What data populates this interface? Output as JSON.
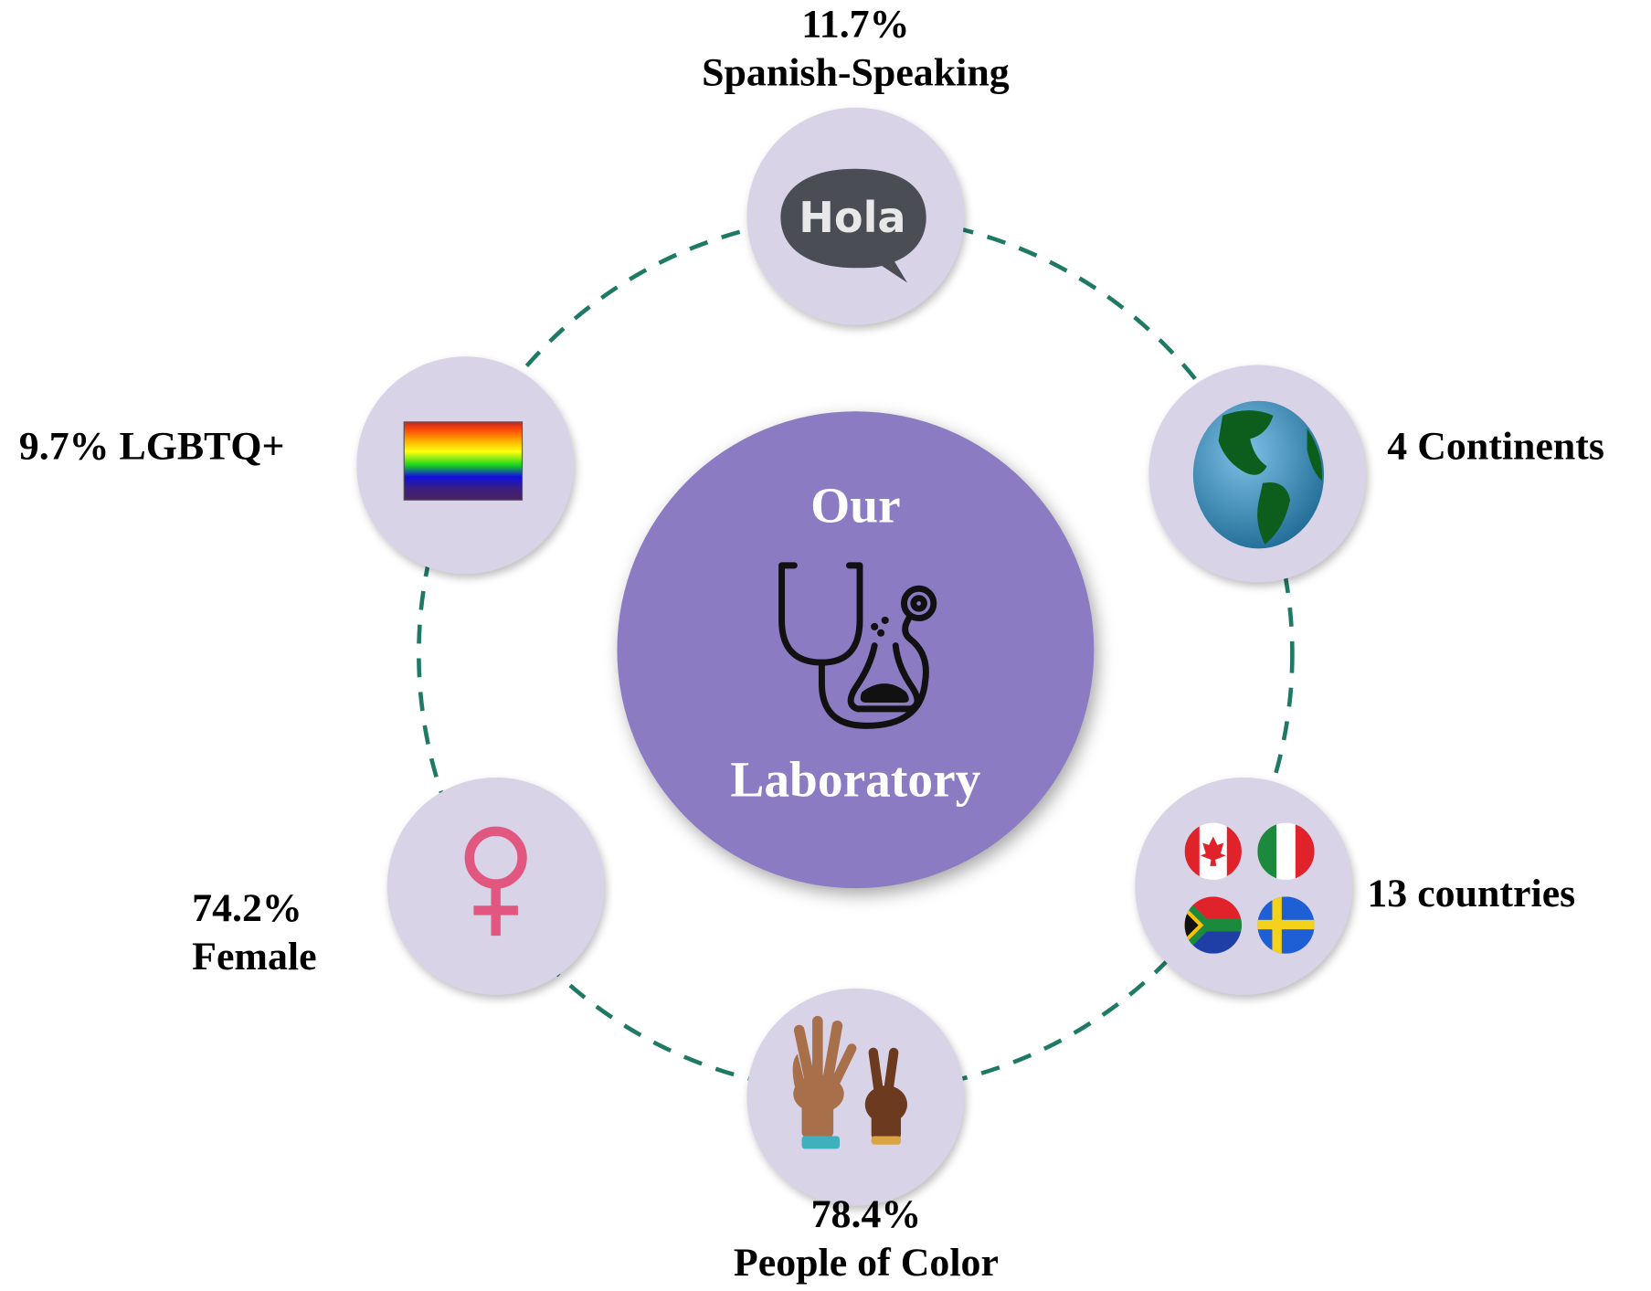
{
  "diagram": {
    "title_line1": "Our",
    "title_line2": "Laboratory",
    "center_icon": "stethoscope-flask-icon",
    "colors": {
      "center_fill": "#8b7bc2",
      "node_fill": "#d9d3e8",
      "connector": "#1e7a64",
      "label_text": "#000000",
      "title_text": "#ffffff"
    },
    "nodes": [
      {
        "id": "spanish",
        "value": "11.7%",
        "label": "Spanish-Speaking",
        "icon": "hola-speech-bubble-icon"
      },
      {
        "id": "continents",
        "value": "4",
        "label": "4 Continents",
        "icon": "globe-icon"
      },
      {
        "id": "countries",
        "value": "13",
        "label": "13 countries",
        "icon": "country-flags-icon",
        "flags": [
          "Canada",
          "Italy",
          "South Africa",
          "Sweden"
        ]
      },
      {
        "id": "poc",
        "value": "78.4%",
        "label": "People of Color",
        "icon": "raised-hands-icon"
      },
      {
        "id": "female",
        "value": "74.2%",
        "label": "Female",
        "icon": "female-symbol-icon"
      },
      {
        "id": "lgbtq",
        "value": "9.7%",
        "label": "9.7% LGBTQ+",
        "icon": "rainbow-flag-icon"
      }
    ],
    "hola_text": "Hola"
  }
}
